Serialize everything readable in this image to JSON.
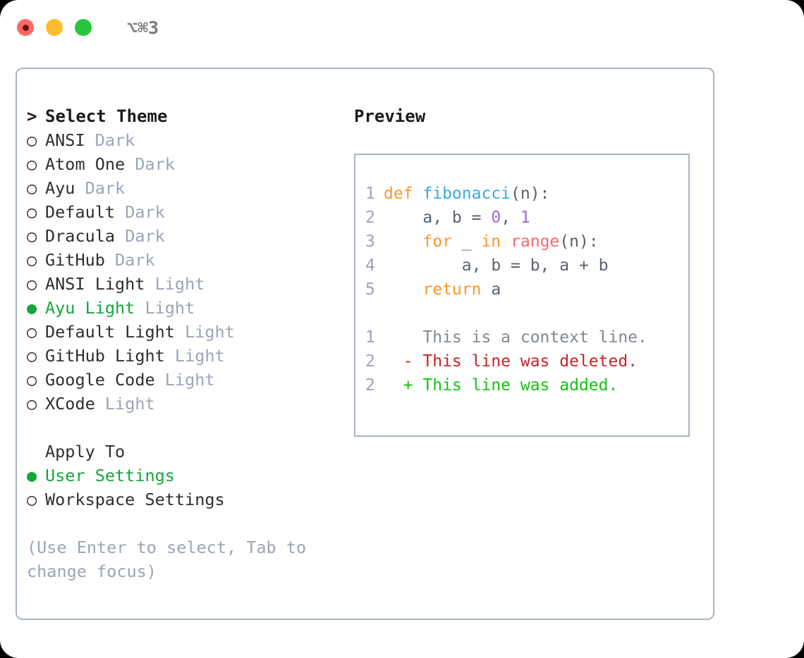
{
  "titlebar": {
    "shortcut": "⌥⌘3",
    "lights": [
      "close",
      "minimize",
      "zoom"
    ]
  },
  "theme_list": {
    "header_prefix": ">",
    "header": "Select Theme",
    "marker_unselected": "○",
    "marker_selected": "●",
    "items": [
      {
        "name": "ANSI",
        "suffix": "Dark",
        "selected": false
      },
      {
        "name": "Atom One",
        "suffix": "Dark",
        "selected": false
      },
      {
        "name": "Ayu",
        "suffix": "Dark",
        "selected": false
      },
      {
        "name": "Default",
        "suffix": "Dark",
        "selected": false
      },
      {
        "name": "Dracula",
        "suffix": "Dark",
        "selected": false
      },
      {
        "name": "GitHub",
        "suffix": "Dark",
        "selected": false
      },
      {
        "name": "ANSI Light",
        "suffix": "Light",
        "selected": false
      },
      {
        "name": "Ayu Light",
        "suffix": "Light",
        "selected": true
      },
      {
        "name": "Default Light",
        "suffix": "Light",
        "selected": false
      },
      {
        "name": "GitHub Light",
        "suffix": "Light",
        "selected": false
      },
      {
        "name": "Google Code",
        "suffix": "Light",
        "selected": false
      },
      {
        "name": "XCode",
        "suffix": "Light",
        "selected": false
      }
    ]
  },
  "apply_to": {
    "header": "Apply To",
    "items": [
      {
        "name": "User Settings",
        "selected": true
      },
      {
        "name": "Workspace Settings",
        "selected": false
      }
    ]
  },
  "hint": "(Use Enter to select, Tab to change focus)",
  "preview": {
    "title": "Preview",
    "code_lines": [
      {
        "no": "1",
        "tokens": [
          {
            "t": "def ",
            "c": "kw"
          },
          {
            "t": "fibonacci",
            "c": "fn"
          },
          {
            "t": "(n):",
            "c": "plain"
          }
        ]
      },
      {
        "no": "2",
        "tokens": [
          {
            "t": "    a, b = ",
            "c": "plain"
          },
          {
            "t": "0",
            "c": "num"
          },
          {
            "t": ", ",
            "c": "plain"
          },
          {
            "t": "1",
            "c": "num"
          }
        ]
      },
      {
        "no": "3",
        "tokens": [
          {
            "t": "    ",
            "c": "plain"
          },
          {
            "t": "for",
            "c": "kw"
          },
          {
            "t": " _ ",
            "c": "plain"
          },
          {
            "t": "in",
            "c": "kw"
          },
          {
            "t": " ",
            "c": "plain"
          },
          {
            "t": "range",
            "c": "builtin"
          },
          {
            "t": "(n):",
            "c": "plain"
          }
        ]
      },
      {
        "no": "4",
        "tokens": [
          {
            "t": "        a, b = b, a + b",
            "c": "plain"
          }
        ]
      },
      {
        "no": "5",
        "tokens": [
          {
            "t": "    ",
            "c": "plain"
          },
          {
            "t": "return",
            "c": "kw"
          },
          {
            "t": " a",
            "c": "plain"
          }
        ]
      }
    ],
    "diff_lines": [
      {
        "no": "1",
        "sign": " ",
        "text": "This is a context line.",
        "kind": "ctx"
      },
      {
        "no": "2",
        "sign": "-",
        "text": "This line was deleted.",
        "kind": "del"
      },
      {
        "no": "2",
        "sign": "+",
        "text": "This line was added.",
        "kind": "add"
      }
    ]
  },
  "colors": {
    "accent_green": "#16a63a",
    "muted": "#9aa5b5",
    "border": "#a9b4c4",
    "keyword": "#f89a2b",
    "function": "#39a9e0",
    "number": "#9b6dd6",
    "builtin": "#f76a6a",
    "code_text": "#5a6270",
    "diff_delete": "#cc2222",
    "diff_add": "#12c412"
  }
}
